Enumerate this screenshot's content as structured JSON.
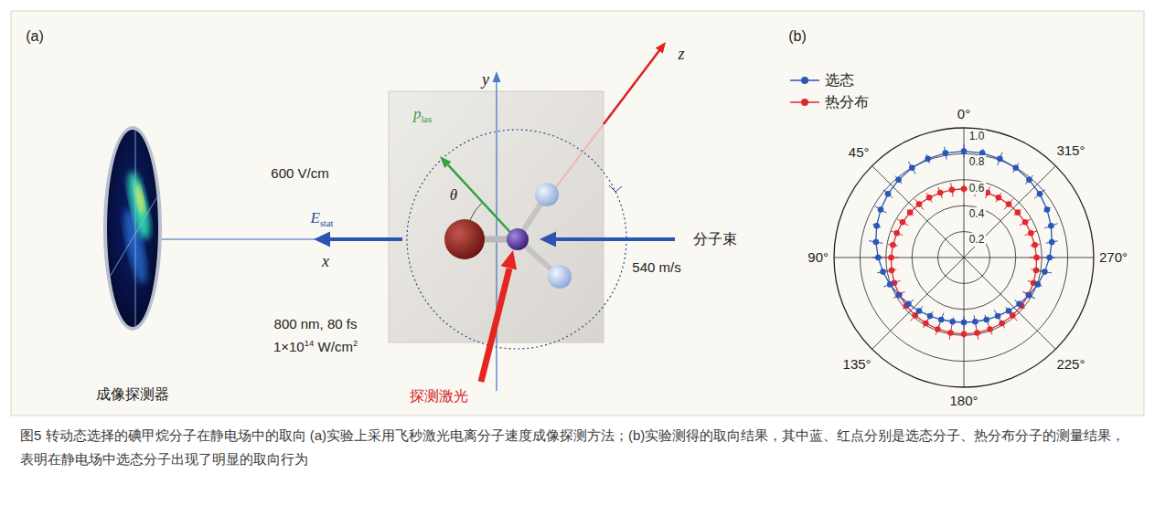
{
  "diagram": {
    "caption": "图5 转动态选择的碘甲烷分子在静电场中的取向 (a)实验上采用飞秒激光电离分子速度成像探测方法；(b)实验测得的取向结果，其中蓝、红点分别是选态分子、热分布分子的测量结果，表明在静电场中选态分子出现了明显的取向行为",
    "labels": [
      "(a)",
      "(b)",
      "y",
      "z",
      "p",
      "las",
      "θ",
      "600 V/cm",
      "E",
      "stat",
      "x",
      "540 m/s",
      "分子束",
      "800 nm, 80 fs",
      "1×10",
      "14",
      "W/cm",
      "2",
      "成像探测器",
      "探测激光",
      "1.0",
      "0.8",
      "0.6",
      "0.4",
      "0.2",
      "0°",
      "45°",
      "315°",
      "90°",
      "270°",
      "135°",
      "225°",
      "180°"
    ],
    "legend": [
      {
        "text": "选态"
      },
      {
        "text": "热分布"
      }
    ]
  }
}
